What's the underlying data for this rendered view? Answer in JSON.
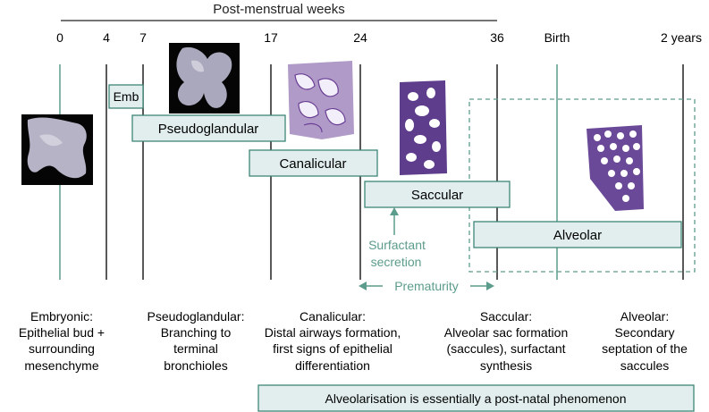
{
  "header": {
    "title": "Post-menstrual weeks",
    "ticks": [
      "0",
      "4",
      "7",
      "17",
      "24",
      "36",
      "Birth",
      "2 years"
    ]
  },
  "stages": {
    "embryonic": "Emb",
    "pseudoglandular": "Pseudoglandular",
    "canalicular": "Canalicular",
    "saccular": "Saccular",
    "alveolar": "Alveolar"
  },
  "annotations": {
    "surfactant_line1": "Surfactant",
    "surfactant_line2": "secretion",
    "prematurity": "Prematurity"
  },
  "descriptions": [
    {
      "title": "Embryonic:",
      "lines": [
        "Epithelial bud +",
        "surrounding",
        "mesenchyme"
      ]
    },
    {
      "title": "Pseudoglandular:",
      "lines": [
        "Branching to",
        "terminal",
        "bronchioles"
      ]
    },
    {
      "title": "Canalicular:",
      "lines": [
        "Distal airways formation,",
        "first signs of epithelial",
        "differentiation"
      ]
    },
    {
      "title": "Saccular:",
      "lines": [
        "Alveolar sac formation",
        "(saccules), surfactant",
        "synthesis"
      ]
    },
    {
      "title": "Alveolar:",
      "lines": [
        "Secondary",
        "septation of the",
        "saccules"
      ]
    }
  ],
  "footer_note": "Alveolarisation is essentially a post-natal phenomenon",
  "colors": {
    "box_fill": "#e2eeee",
    "box_stroke": "#3e8577",
    "accent": "#5c9c8c",
    "text": "#222222"
  }
}
